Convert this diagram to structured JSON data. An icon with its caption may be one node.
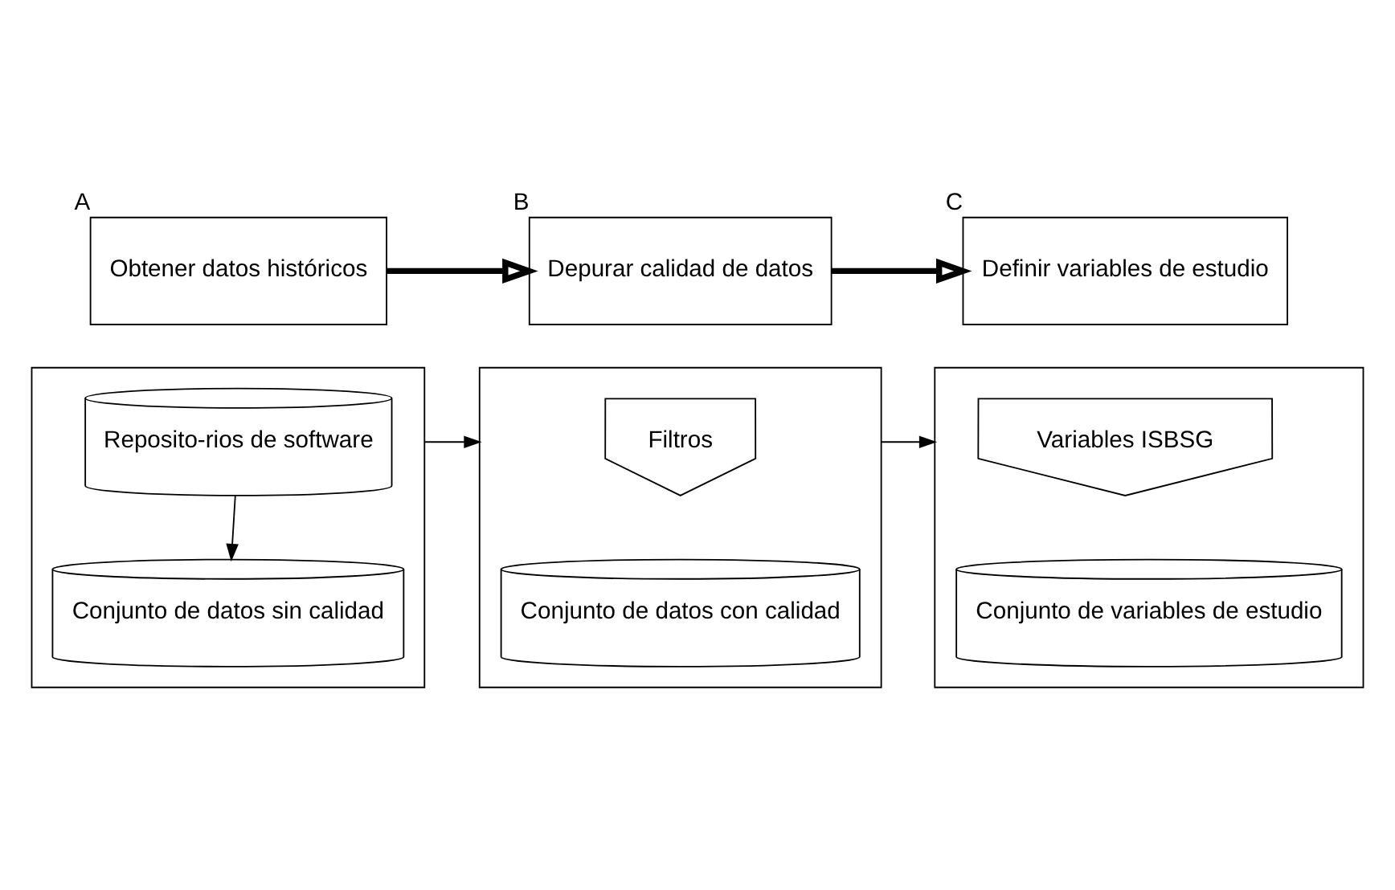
{
  "diagram": {
    "nodes": [
      {
        "text": [
          "Obtener datos históricos"
        ],
        "beside": [
          "A"
        ]
      },
      {
        "text": [
          "Depurar calidad de datos"
        ],
        "beside": [
          "B"
        ]
      },
      {
        "text": [
          "Definir variables de estudio"
        ],
        "beside": [
          "C"
        ]
      },
      {
        "text": [],
        "shape": "box"
      },
      {
        "text": [
          "Reposito-rios de software"
        ],
        "in": 3
      },
      {
        "text": [
          "Conjunto de datos sin calidad"
        ],
        "in": 3
      },
      {
        "text": [],
        "shape": "box"
      },
      {
        "text": [
          "Filtros"
        ],
        "in": 6
      },
      {
        "text": [
          "Conjunto de datos con calidad"
        ],
        "in": 6
      },
      {
        "text": [],
        "shape": "box"
      },
      {
        "text": [
          "Variables ISBSG"
        ],
        "in": 9
      },
      {
        "text": [
          "Conjunto de variables de estudio"
        ],
        "in": 9
      }
    ],
    "edges": [
      {
        "from": 0,
        "to": 1,
        "arrow": "to",
        "style": "thick"
      },
      {
        "from": 1,
        "to": 2,
        "arrow": "to",
        "style": "thick"
      },
      {
        "from": 4,
        "to": 5,
        "arrow": "to"
      },
      {
        "from": 3,
        "to": 6,
        "arrow": "to"
      },
      {
        "from": 6,
        "to": 9,
        "arrow": "to"
      }
    ]
  }
}
